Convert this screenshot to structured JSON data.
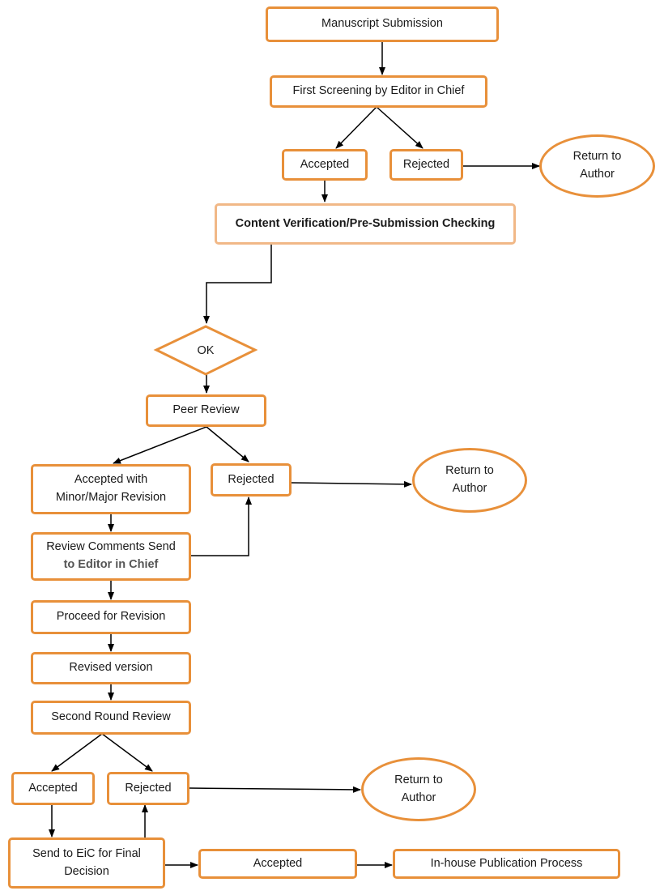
{
  "diagram": {
    "nodes": {
      "manuscript_submission": "Manuscript Submission",
      "first_screening": "First Screening by Editor in Chief",
      "accepted_1": "Accepted",
      "rejected_1": "Rejected",
      "return_author_1": {
        "line1": "Return to",
        "line2": "Author"
      },
      "content_verification": "Content Verification/Pre-Submission Checking",
      "ok_decision": "OK",
      "peer_review": "Peer Review",
      "accepted_revision": {
        "line1": "Accepted with",
        "line2": "Minor/Major Revision"
      },
      "rejected_2": "Rejected",
      "return_author_2": {
        "line1": "Return to",
        "line2": "Author"
      },
      "review_comments": {
        "line1": "Review Comments Send",
        "line2": "to Editor in Chief"
      },
      "proceed_revision": "Proceed for Revision",
      "revised_version": "Revised version",
      "second_round": "Second Round Review",
      "accepted_3": "Accepted",
      "rejected_3": "Rejected",
      "return_author_3": {
        "line1": "Return to",
        "line2": "Author"
      },
      "send_eic": {
        "line1": "Send to EiC for Final",
        "line2": "Decision"
      },
      "accepted_final": "Accepted",
      "inhouse_publication": "In-house Publication Process"
    },
    "colors": {
      "node_border": "#e8903a",
      "node_border_light": "#f1b887",
      "arrow": "#000000"
    }
  }
}
